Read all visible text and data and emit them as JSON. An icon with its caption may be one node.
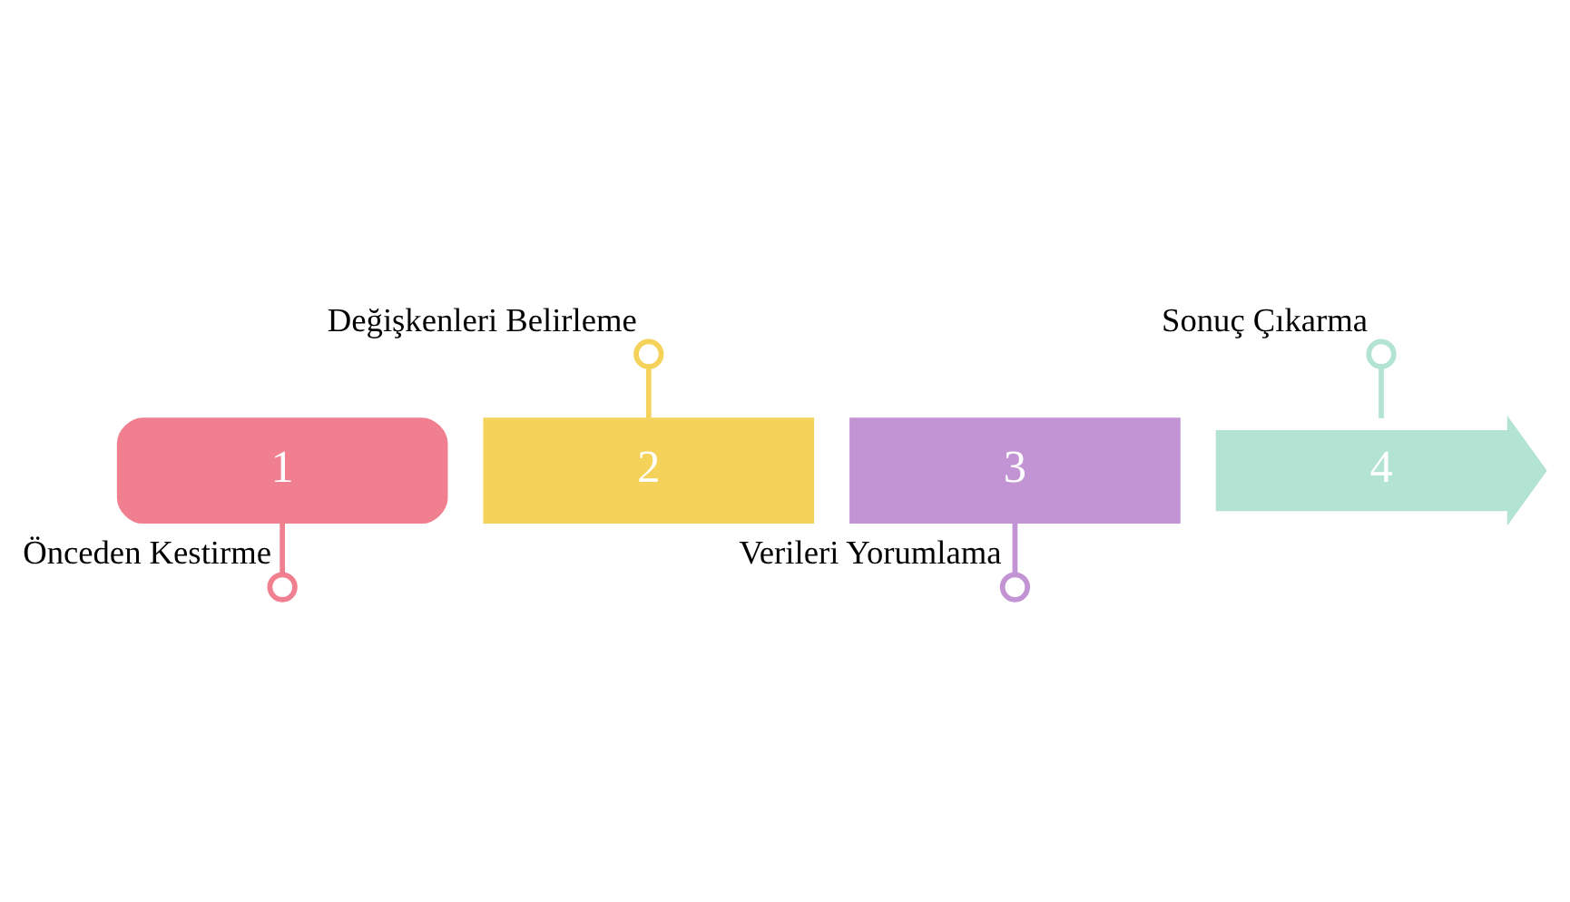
{
  "diagram": {
    "nodes": [
      {
        "text": [
          "1"
        ]
      },
      {
        "text": [
          "2"
        ]
      },
      {
        "text": [
          "3"
        ]
      },
      {
        "text": [
          "4"
        ]
      },
      {
        "text": [],
        "shape": "circle",
        "beside": [
          "Önceden Kestirme"
        ]
      },
      {
        "text": [],
        "shape": "circle",
        "beside": [
          "Değişkenleri Belirleme"
        ]
      },
      {
        "text": [],
        "shape": "circle",
        "beside": [
          "Verileri Yorumlama"
        ]
      },
      {
        "text": [],
        "shape": "circle",
        "beside": [
          "Sonuç Çıkarma"
        ]
      }
    ],
    "edges": [
      {
        "from": 0,
        "to": 4,
        "arrow": "none",
        "color": "#f07f8f"
      },
      {
        "from": 5,
        "to": 1,
        "arrow": "none",
        "color": "#f5d25a"
      },
      {
        "from": 2,
        "to": 6,
        "arrow": "none",
        "color": "#c394d4"
      },
      {
        "from": 7,
        "to": 3,
        "arrow": "none",
        "color": "#b3e3d3"
      }
    ]
  }
}
